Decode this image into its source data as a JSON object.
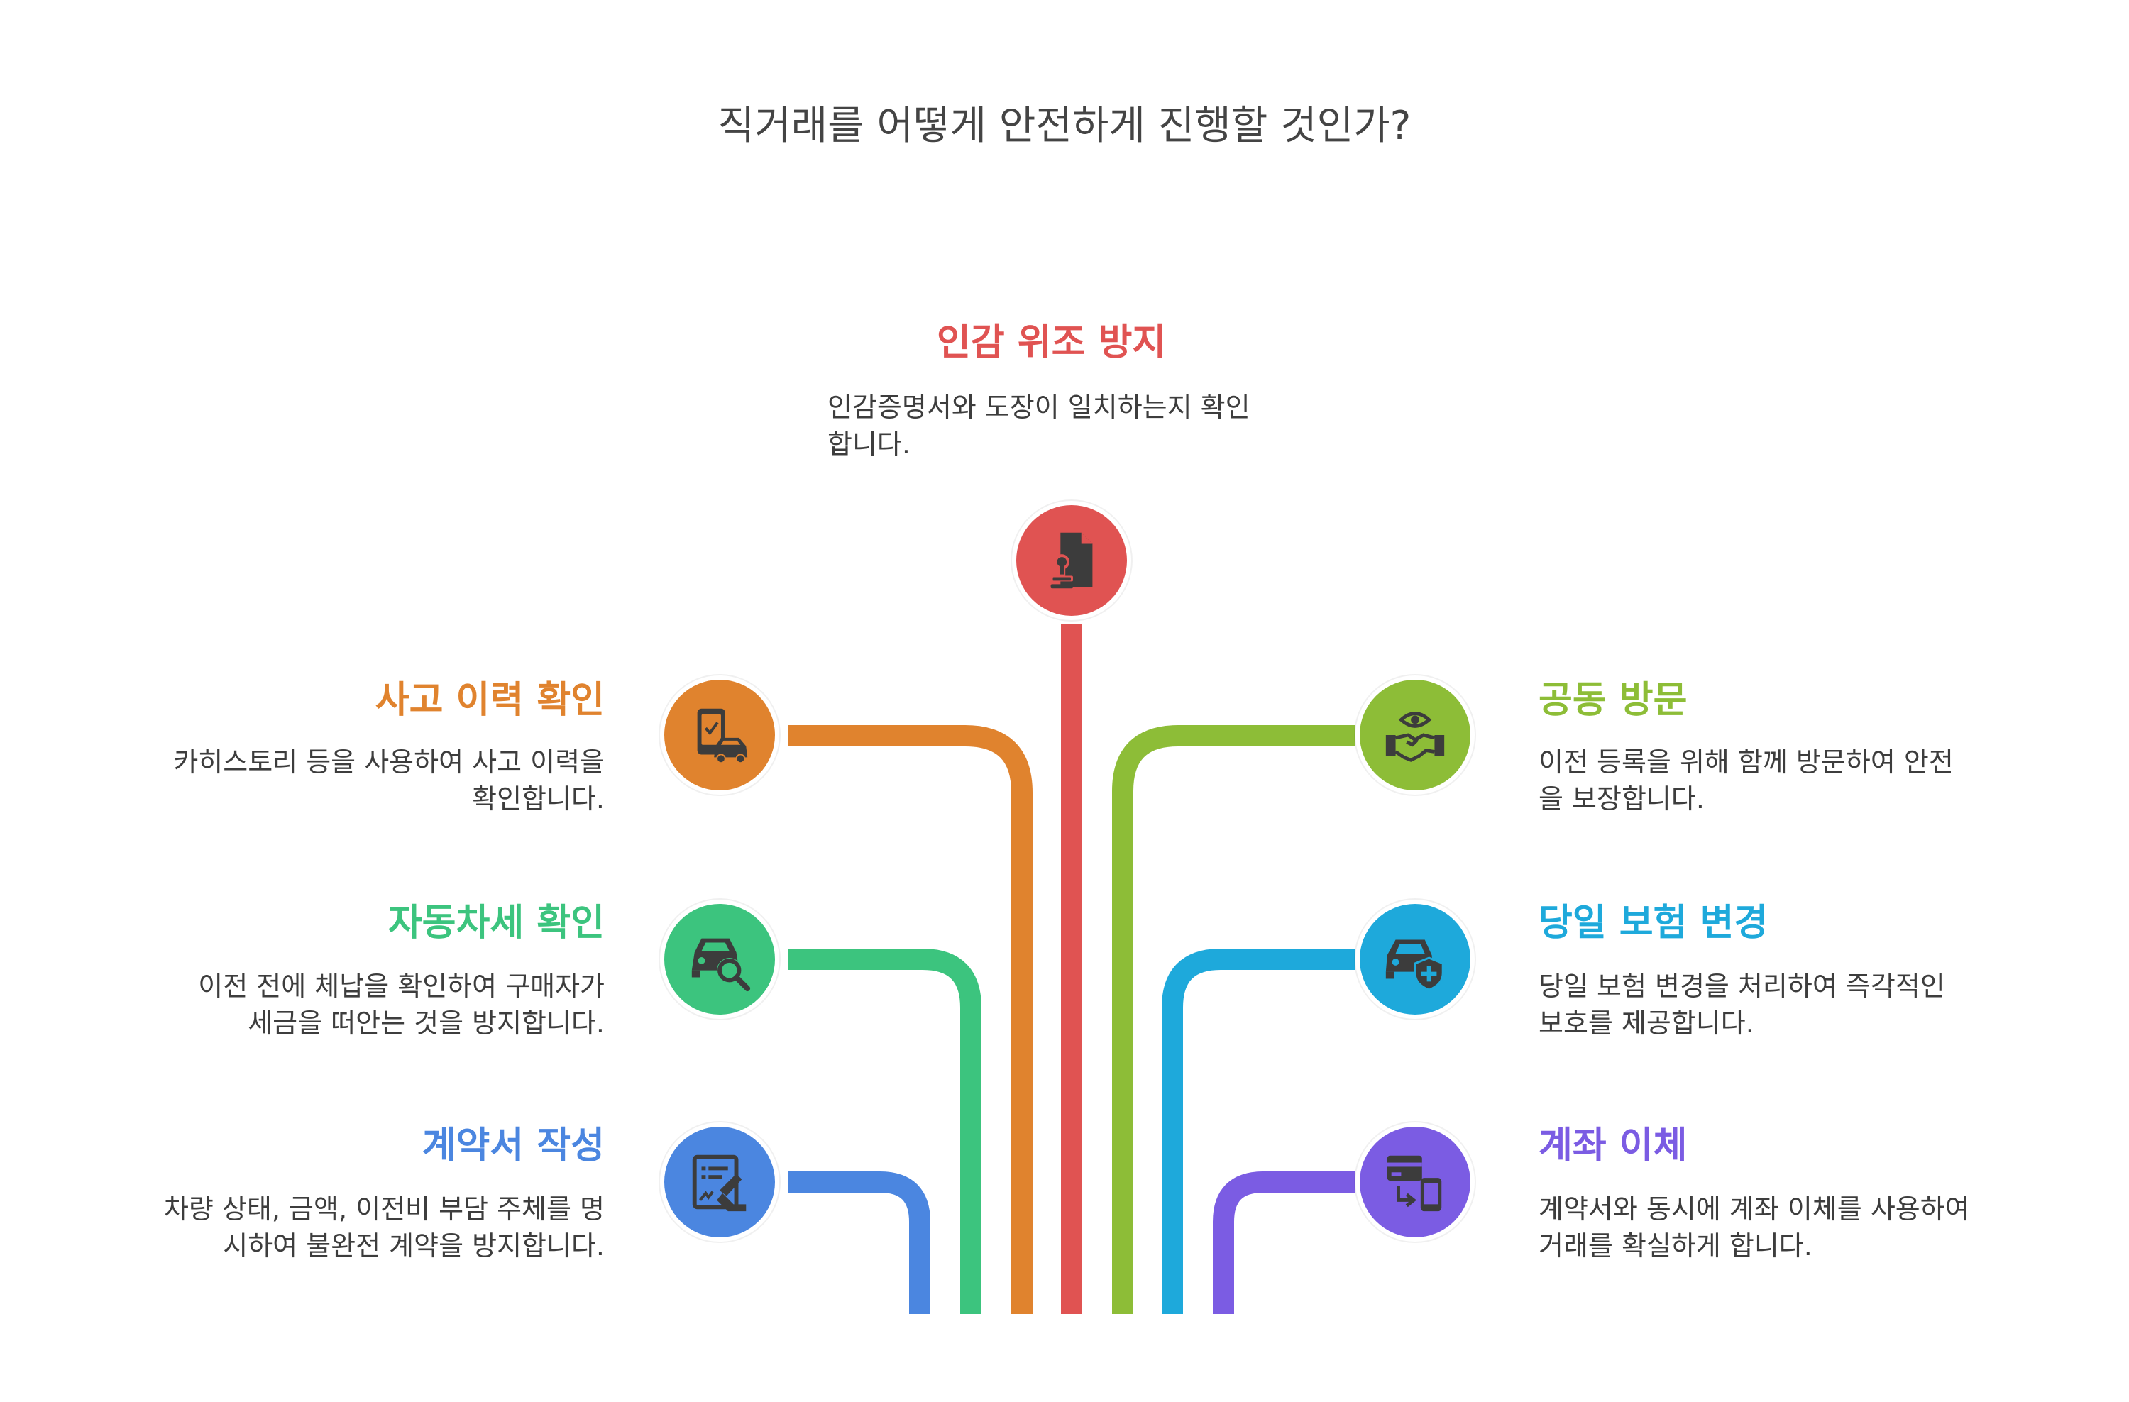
{
  "title": "직거래를 어떻게 안전하게 진행할 것인가?",
  "colors": {
    "red": "#E05352",
    "orange": "#E0832E",
    "green": "#3CC47E",
    "blue": "#4B86E0",
    "lime": "#8DBD37",
    "cyan": "#1EA9DB",
    "purple": "#7B5CE3",
    "icon_dark": "#3c3c3c"
  },
  "items": {
    "seal": {
      "title": "인감 위조 방지",
      "desc_line1": "인감증명서와 도장이 일치하는지 확인",
      "desc_line2": "합니다.",
      "icon": "document-stamp-icon",
      "color": "#E05352"
    },
    "accident": {
      "title": "사고 이력 확인",
      "desc_line1": "카히스토리 등을 사용하여 사고 이력을",
      "desc_line2": "확인합니다.",
      "icon": "phone-car-icon",
      "color": "#E0832E"
    },
    "tax": {
      "title": "자동차세 확인",
      "desc_line1": "이전 전에 체납을 확인하여 구매자가",
      "desc_line2": "세금을 떠안는 것을 방지합니다.",
      "icon": "car-search-icon",
      "color": "#3CC47E"
    },
    "contract": {
      "title": "계약서 작성",
      "desc_line1": "차량 상태, 금액, 이전비 부담 주체를 명",
      "desc_line2": "시하여 불완전 계약을 방지합니다.",
      "icon": "contract-sign-icon",
      "color": "#4B86E0"
    },
    "visit": {
      "title": "공동 방문",
      "desc_line1": "이전 등록을 위해 함께 방문하여 안전",
      "desc_line2": "을 보장합니다.",
      "icon": "handshake-eye-icon",
      "color": "#8DBD37"
    },
    "insurance": {
      "title": "당일 보험 변경",
      "desc_line1": "당일 보험 변경을 처리하여 즉각적인",
      "desc_line2": "보호를 제공합니다.",
      "icon": "car-shield-icon",
      "color": "#1EA9DB"
    },
    "transfer": {
      "title": "계좌 이체",
      "desc_line1": "계약서와 동시에 계좌 이체를 사용하여",
      "desc_line2": "거래를 확실하게 합니다.",
      "icon": "card-phone-transfer-icon",
      "color": "#7B5CE3"
    }
  }
}
